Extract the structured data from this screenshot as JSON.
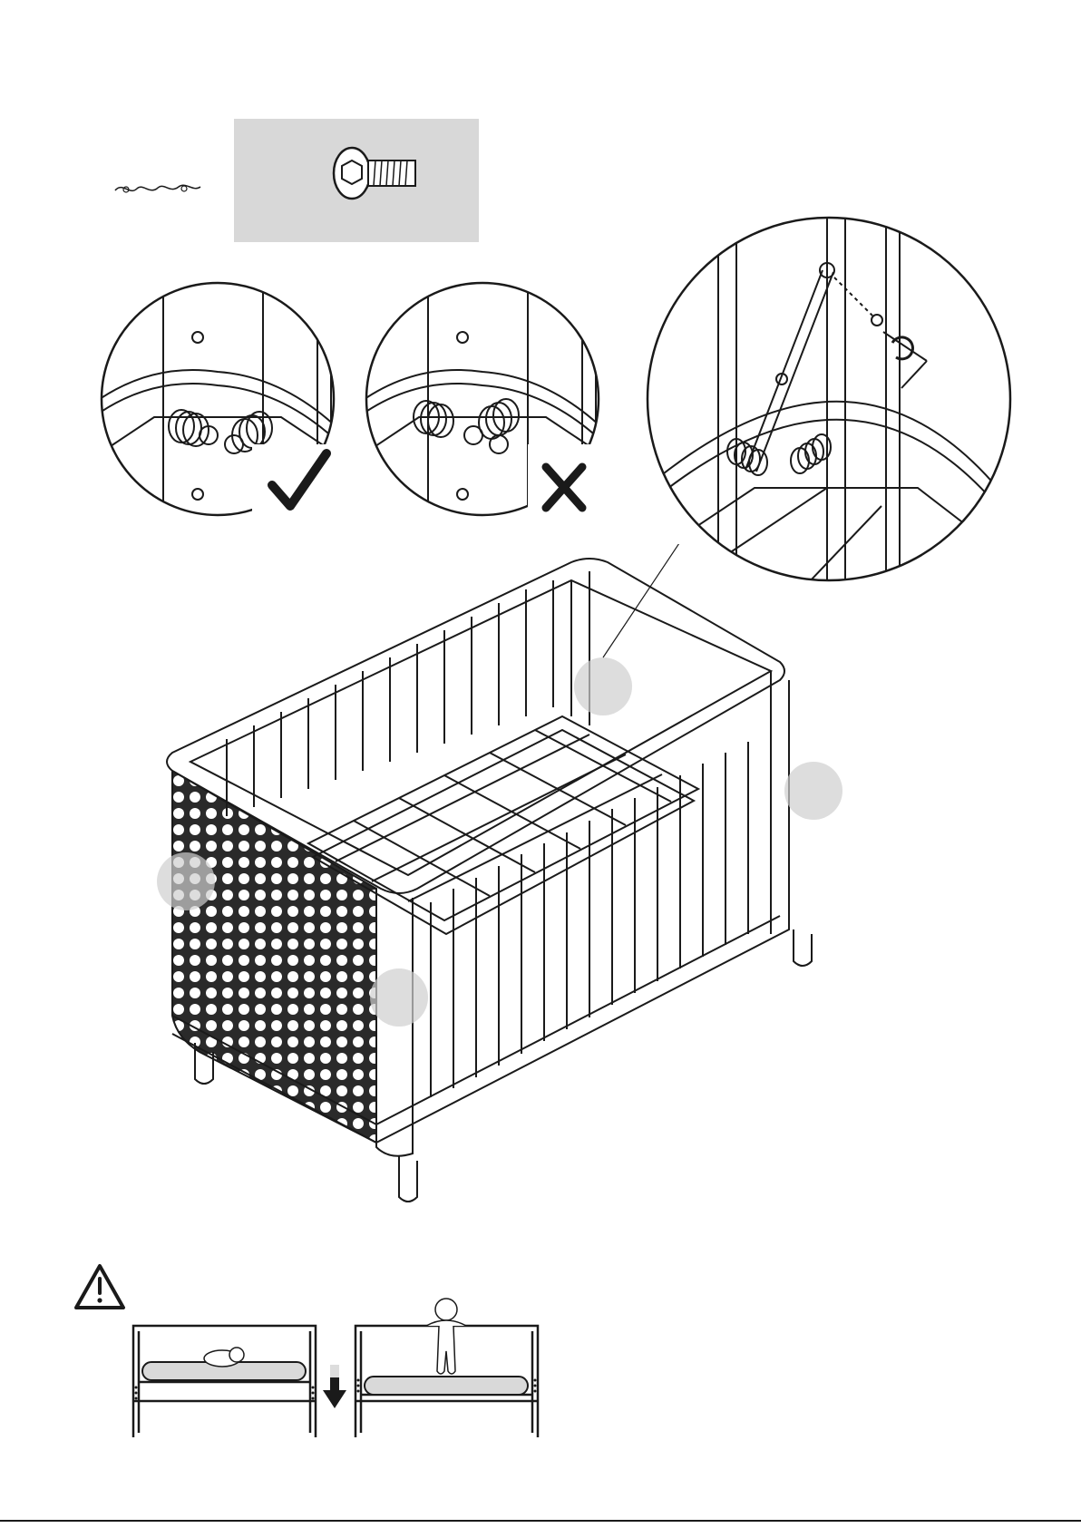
{
  "document": {
    "title": "",
    "page_number": ""
  },
  "hardware": {
    "icon": "hex-socket-bolt-icon",
    "quantity_mark": "script-glyph-icon"
  },
  "details": [
    {
      "result": "correct",
      "icon": "checkmark-icon"
    },
    {
      "result": "incorrect",
      "icon": "cross-icon"
    },
    {
      "result": "zoom",
      "icon": "allen-key-rotate-icon"
    }
  ],
  "warning": {
    "icon": "warning-triangle-icon",
    "text": ""
  },
  "colors": {
    "line": "#1a1a1a",
    "card": "#d8d8d8",
    "highlight": "#cfcfcf",
    "mattress": "#d9d9d9"
  }
}
